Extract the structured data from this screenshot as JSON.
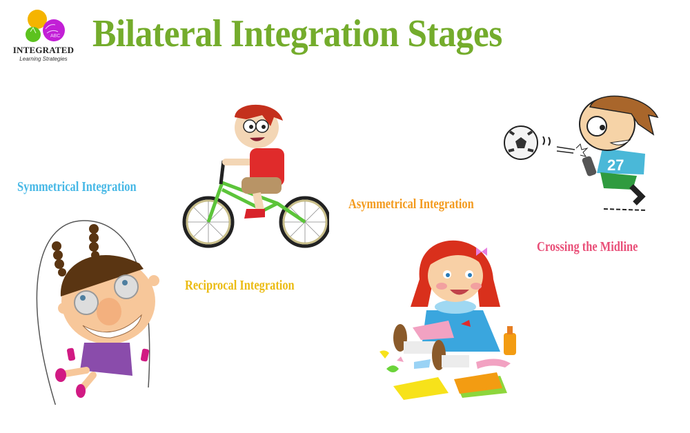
{
  "header": {
    "title": "Bilateral Integration Stages",
    "title_color": "#74ac2c"
  },
  "logo": {
    "name": "INTEGRATED",
    "tagline": "Learning Strategies",
    "circle_colors": [
      "#f5b400",
      "#5cc21e",
      "#c21fd6"
    ],
    "badge_text": "ABC"
  },
  "stages": [
    {
      "label": "Symmetrical Integration",
      "color": "#47b8e6",
      "illustration": "girl-jumping-rope"
    },
    {
      "label": "Reciprocal Integration",
      "color": "#ebbb12",
      "illustration": "boy-riding-bicycle"
    },
    {
      "label": "Asymmetrical Integration",
      "color": "#f39a1d",
      "illustration": "girl-cutting-paper"
    },
    {
      "label": "Crossing the Midline",
      "color": "#e94f78",
      "illustration": "boy-kicking-soccer-ball"
    }
  ],
  "illustrations": {
    "soccer_jersey_number": "27"
  }
}
